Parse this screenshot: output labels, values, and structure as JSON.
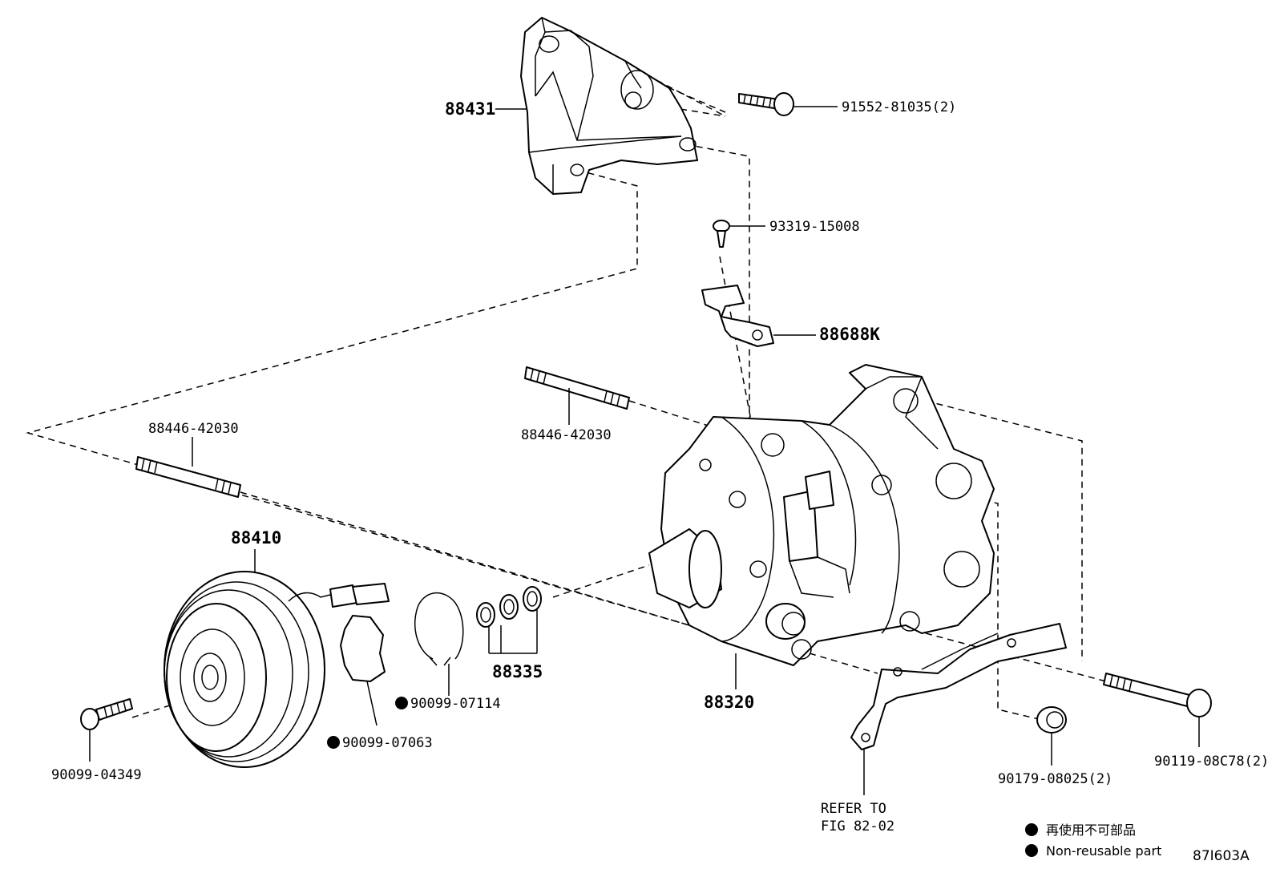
{
  "labels": {
    "bracket": "88431",
    "bracket_bolt": "91552-81035(2)",
    "screw": "93319-15008",
    "clip": "88688K",
    "stud_upper": "88446-42030",
    "stud_left": "88446-42030",
    "clutch": "88410",
    "shims": "88335",
    "snap_ring": "90099-07114",
    "cover": "90099-07063",
    "compressor": "88320",
    "front_bolt": "90099-04349",
    "nut": "90179-08025(2)",
    "long_bolt": "90119-08C78(2)",
    "refer_line1": "REFER TO",
    "refer_line2": "FIG 82-02"
  },
  "legend": {
    "japanese": "再使用不可部品",
    "english": "Non-reusable part"
  },
  "figure_code": "87I603A"
}
